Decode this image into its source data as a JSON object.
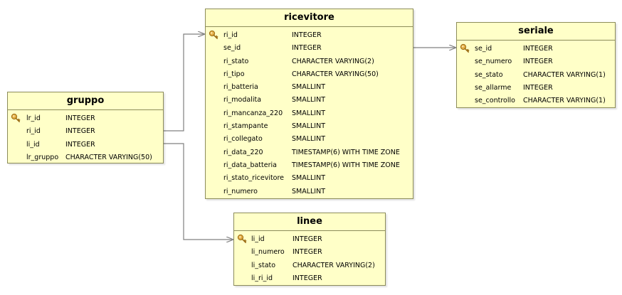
{
  "colors": {
    "entity_fill": "#ffffc8",
    "entity_border": "#8c8c5a",
    "connector": "#808080",
    "key_icon": "#d9a23a"
  },
  "entities": {
    "gruppo": {
      "title": "gruppo",
      "fields": [
        {
          "name": "lr_id",
          "type": "INTEGER",
          "pk": true
        },
        {
          "name": "ri_id",
          "type": "INTEGER",
          "pk": false
        },
        {
          "name": "li_id",
          "type": "INTEGER",
          "pk": false
        },
        {
          "name": "lr_gruppo",
          "type": "CHARACTER VARYING(50)",
          "pk": false
        }
      ]
    },
    "ricevitore": {
      "title": "ricevitore",
      "fields": [
        {
          "name": "ri_id",
          "type": "INTEGER",
          "pk": true
        },
        {
          "name": "se_id",
          "type": "INTEGER",
          "pk": false
        },
        {
          "name": "ri_stato",
          "type": "CHARACTER VARYING(2)",
          "pk": false
        },
        {
          "name": "ri_tipo",
          "type": "CHARACTER VARYING(50)",
          "pk": false
        },
        {
          "name": "ri_batteria",
          "type": "SMALLINT",
          "pk": false
        },
        {
          "name": "ri_modalita",
          "type": "SMALLINT",
          "pk": false
        },
        {
          "name": "ri_mancanza_220",
          "type": "SMALLINT",
          "pk": false
        },
        {
          "name": "ri_stampante",
          "type": "SMALLINT",
          "pk": false
        },
        {
          "name": "ri_collegato",
          "type": "SMALLINT",
          "pk": false
        },
        {
          "name": "ri_data_220",
          "type": "TIMESTAMP(6) WITH TIME ZONE",
          "pk": false
        },
        {
          "name": "ri_data_batteria",
          "type": "TIMESTAMP(6) WITH TIME ZONE",
          "pk": false
        },
        {
          "name": "ri_stato_ricevitore",
          "type": "SMALLINT",
          "pk": false
        },
        {
          "name": "ri_numero",
          "type": "SMALLINT",
          "pk": false
        }
      ]
    },
    "seriale": {
      "title": "seriale",
      "fields": [
        {
          "name": "se_id",
          "type": "INTEGER",
          "pk": true
        },
        {
          "name": "se_numero",
          "type": "INTEGER",
          "pk": false
        },
        {
          "name": "se_stato",
          "type": "CHARACTER VARYING(1)",
          "pk": false
        },
        {
          "name": "se_allarme",
          "type": "INTEGER",
          "pk": false
        },
        {
          "name": "se_controllo",
          "type": "CHARACTER VARYING(1)",
          "pk": false
        }
      ]
    },
    "linee": {
      "title": "linee",
      "fields": [
        {
          "name": "li_id",
          "type": "INTEGER",
          "pk": true
        },
        {
          "name": "li_numero",
          "type": "INTEGER",
          "pk": false
        },
        {
          "name": "li_stato",
          "type": "CHARACTER VARYING(2)",
          "pk": false
        },
        {
          "name": "li_ri_id",
          "type": "INTEGER",
          "pk": false
        }
      ]
    }
  },
  "relations": [
    {
      "from": "gruppo",
      "to": "ricevitore"
    },
    {
      "from": "gruppo",
      "to": "linee"
    },
    {
      "from": "ricevitore",
      "to": "seriale"
    }
  ]
}
